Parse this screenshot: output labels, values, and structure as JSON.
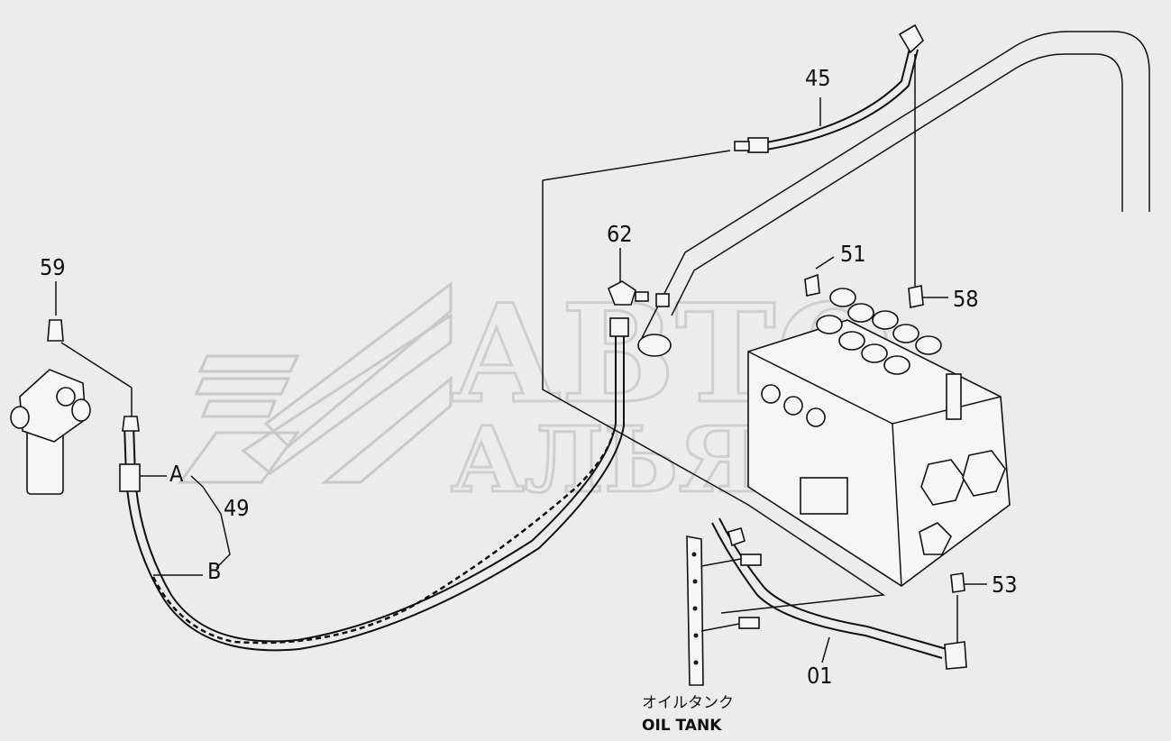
{
  "watermark": {
    "line1": "АВТО",
    "line2": "АЛЬЯНС"
  },
  "labels": {
    "p45": "45",
    "p62": "62",
    "p51": "51",
    "p58": "58",
    "p59": "59",
    "p49": "49",
    "pA": "A",
    "pB": "B",
    "p53": "53",
    "p01": "01"
  },
  "oil_tank": {
    "jp": "オイルタンク",
    "en": "OIL TANK"
  },
  "colors": {
    "background": "#ececec",
    "ink": "#111111",
    "watermark": "#cfcfcf"
  }
}
